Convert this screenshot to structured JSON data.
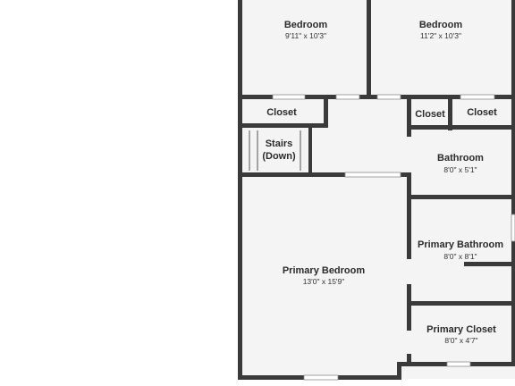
{
  "floorplan": {
    "rooms": [
      {
        "id": "bedroom-1",
        "name": "Bedroom",
        "dims": "9'11\" x 10'3\""
      },
      {
        "id": "bedroom-2",
        "name": "Bedroom",
        "dims": "11'2\" x 10'3\""
      },
      {
        "id": "closet-left",
        "name": "Closet",
        "dims": ""
      },
      {
        "id": "closet-mid",
        "name": "Closet",
        "dims": ""
      },
      {
        "id": "closet-right",
        "name": "Closet",
        "dims": ""
      },
      {
        "id": "stairs",
        "name": "Stairs",
        "name2": "(Down)"
      },
      {
        "id": "bathroom",
        "name": "Bathroom",
        "dims": "8'0\" x 5'1\""
      },
      {
        "id": "primary-bathroom",
        "name": "Primary Bathroom",
        "dims": "8'0\" x 8'1\""
      },
      {
        "id": "primary-bedroom",
        "name": "Primary Bedroom",
        "dims": "13'0\" x 15'9\""
      },
      {
        "id": "primary-closet",
        "name": "Primary Closet",
        "dims": "8'0\" x 4'7\""
      }
    ]
  }
}
